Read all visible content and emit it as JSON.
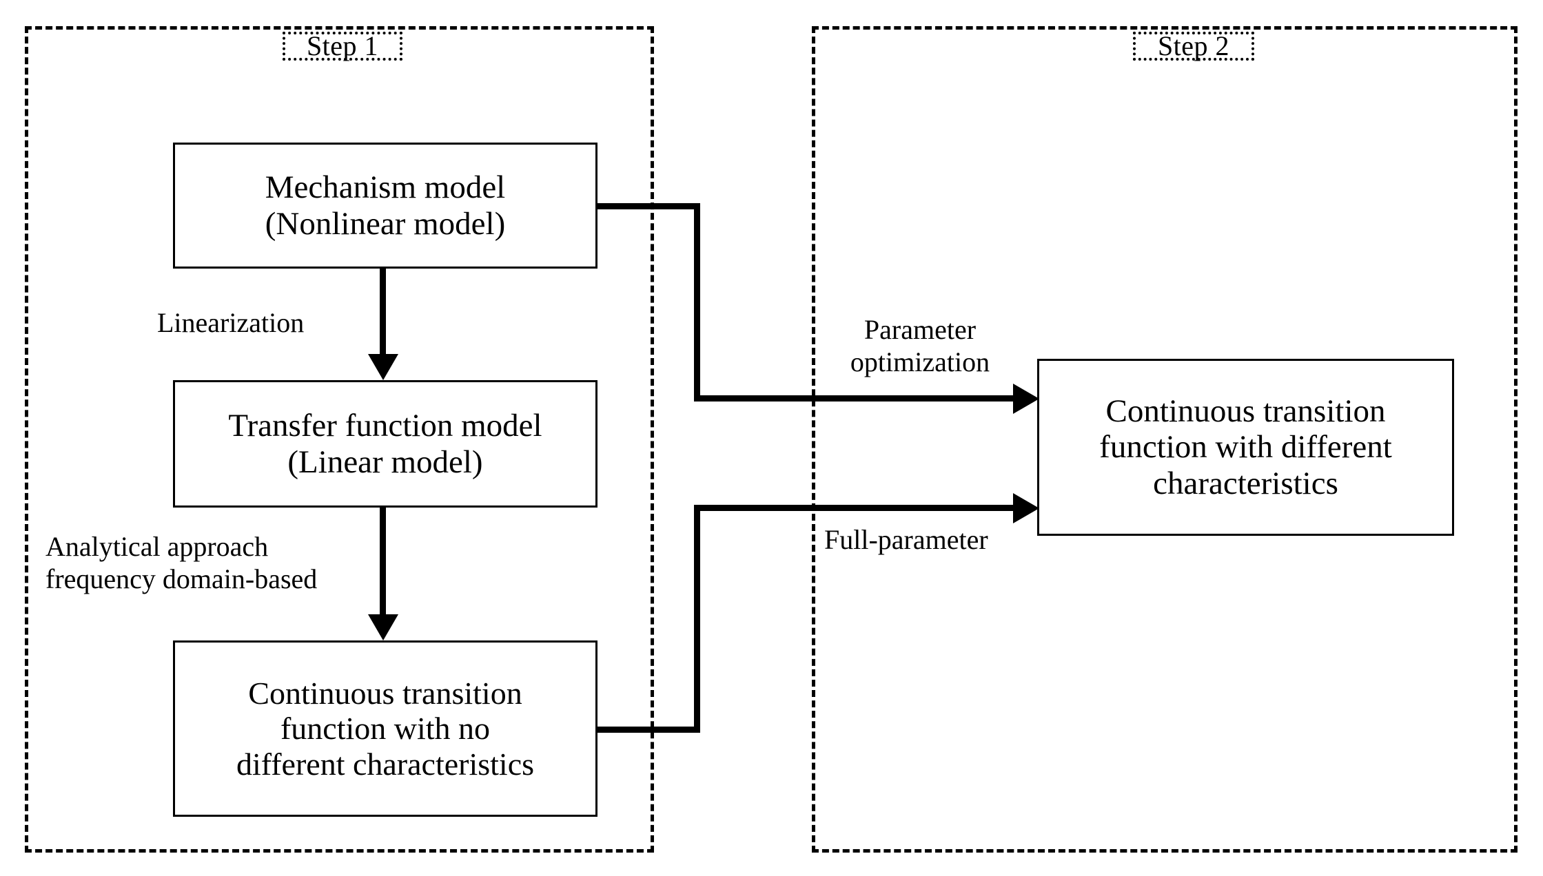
{
  "diagram": {
    "panels": [
      {
        "id": "step1",
        "title": "Step 1"
      },
      {
        "id": "step2",
        "title": "Step 2"
      }
    ],
    "nodes": [
      {
        "id": "mechanism-model",
        "text": "Mechanism model\n(Nonlinear model)"
      },
      {
        "id": "transfer-function-model",
        "text": "Transfer function model\n(Linear model)"
      },
      {
        "id": "continuous-transition-no-diff",
        "text": "Continuous transition\nfunction with no\ndifferent characteristics"
      },
      {
        "id": "continuous-transition-diff",
        "text": "Continuous transition\nfunction with different\ncharacteristics"
      }
    ],
    "edges": [
      {
        "id": "linearization",
        "label": "Linearization"
      },
      {
        "id": "analytical-approach",
        "label": "Analytical approach\nfrequency domain-based"
      },
      {
        "id": "parameter-optimization",
        "label": "Parameter\noptimization"
      },
      {
        "id": "full-parameter",
        "label": "Full-parameter"
      }
    ],
    "colors": {
      "stroke": "#000000",
      "background": "#ffffff"
    }
  }
}
